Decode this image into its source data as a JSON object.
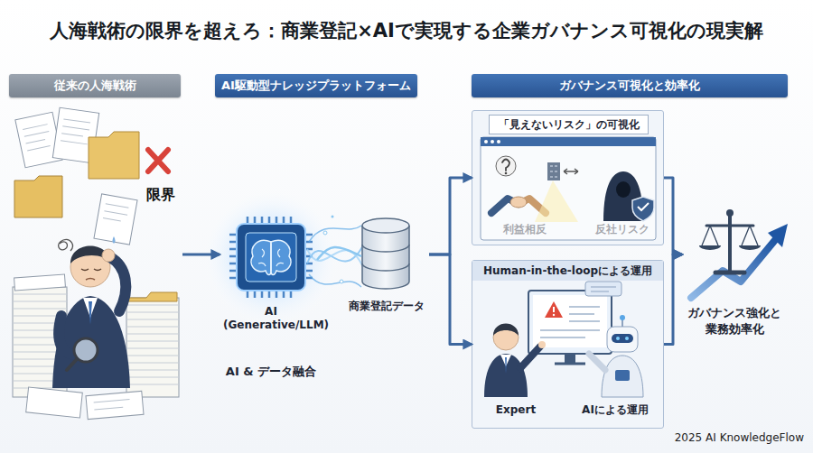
{
  "diagram": {
    "title": "人海戦術の限界を超えろ：商業登記×AIで実現する企業ガバナンス可視化の現実解",
    "nodes": [
      {
        "text": [
          "従来の人海戦術"
        ]
      },
      {
        "text": [
          "限界"
        ]
      },
      {
        "text": [
          "AI駆動型ナレッジプラットフォーム"
        ]
      },
      {
        "text": [
          "AI (Generative/LLM)"
        ]
      },
      {
        "text": [
          "商業登記データ"
        ]
      },
      {
        "text": [
          "ガバナンス可視化と効率化"
        ]
      },
      {
        "text": [
          "「見えないリスク」の可視化"
        ]
      },
      {
        "text": [
          "利益相反"
        ],
        "in": 6
      },
      {
        "text": [
          "反社リスク"
        ],
        "in": 6
      },
      {
        "text": [
          "Human-in-the-loopによる運用"
        ]
      },
      {
        "text": [
          "Expert"
        ],
        "in": 9
      },
      {
        "text": [
          "AIによる運用"
        ],
        "in": 9
      },
      {
        "text": [
          "ガバナンス強化と 業務効率化"
        ]
      }
    ],
    "edges": [
      {
        "from": 1,
        "to": 3,
        "arrow": "to"
      },
      {
        "from": 3,
        "to": 4,
        "arrow": "none"
      },
      {
        "from": 4,
        "to": 6,
        "arrow": "to"
      },
      {
        "from": 4,
        "to": 9,
        "arrow": "to"
      },
      {
        "from": 6,
        "to": 12,
        "arrow": "to"
      },
      {
        "from": 9,
        "to": 12,
        "arrow": "to"
      }
    ],
    "labels": [
      "AI & データ融合",
      "2025 AI KnowledgeFlow"
    ]
  }
}
